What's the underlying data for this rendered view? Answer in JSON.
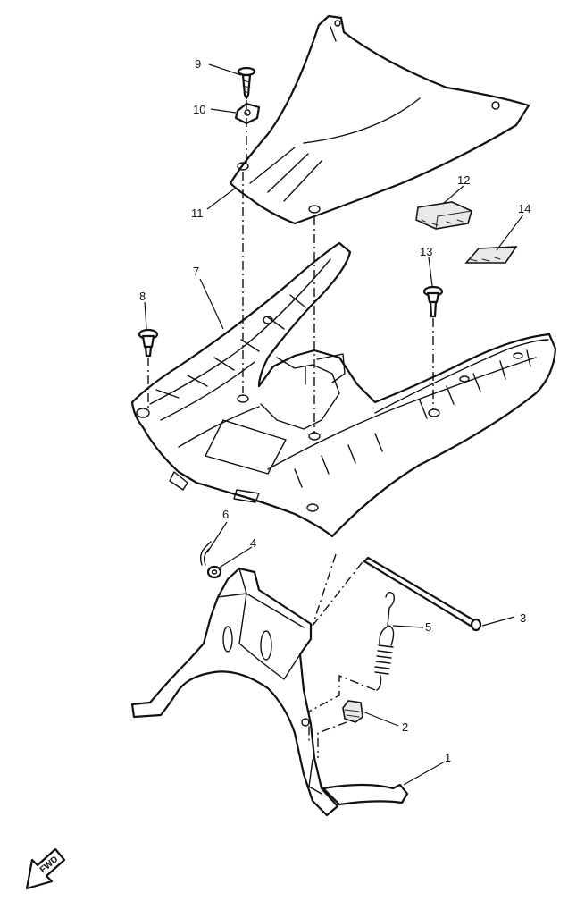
{
  "callouts": [
    {
      "id": "1",
      "label": "1"
    },
    {
      "id": "2",
      "label": "2"
    },
    {
      "id": "3",
      "label": "3"
    },
    {
      "id": "4",
      "label": "4"
    },
    {
      "id": "5",
      "label": "5"
    },
    {
      "id": "6",
      "label": "6"
    },
    {
      "id": "7",
      "label": "7"
    },
    {
      "id": "8",
      "label": "8"
    },
    {
      "id": "9",
      "label": "9"
    },
    {
      "id": "10",
      "label": "10"
    },
    {
      "id": "11",
      "label": "11"
    },
    {
      "id": "12",
      "label": "12"
    },
    {
      "id": "13",
      "label": "13"
    },
    {
      "id": "14",
      "label": "14"
    }
  ],
  "direction_badge": {
    "label": "FWD"
  }
}
